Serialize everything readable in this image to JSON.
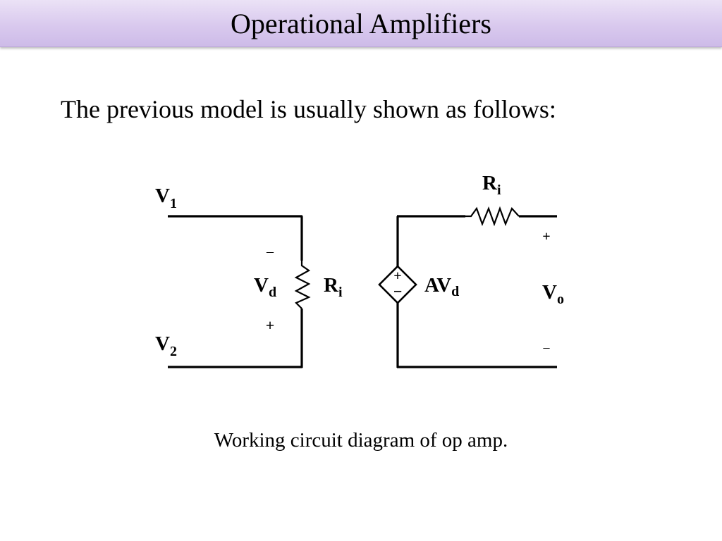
{
  "slide": {
    "title": "Operational Amplifiers",
    "intro": "The previous model is usually shown as follows:",
    "caption": "Working circuit diagram of op amp."
  },
  "circuit": {
    "v1": {
      "main": "V",
      "sub": "1"
    },
    "v2": {
      "main": "V",
      "sub": "2"
    },
    "vd": {
      "main": "V",
      "sub": "d"
    },
    "ri_input": {
      "main": "R",
      "sub": "i"
    },
    "ri_output": {
      "main": "R",
      "sub": "i"
    },
    "source": {
      "main": "AV",
      "sub": "d"
    },
    "vo": {
      "main": "V",
      "sub": "o"
    },
    "source_plus": "+",
    "source_minus": "−",
    "input_top_sign": "–",
    "input_bottom_sign": "+",
    "output_top_sign": "+",
    "output_bottom_sign": "–"
  }
}
